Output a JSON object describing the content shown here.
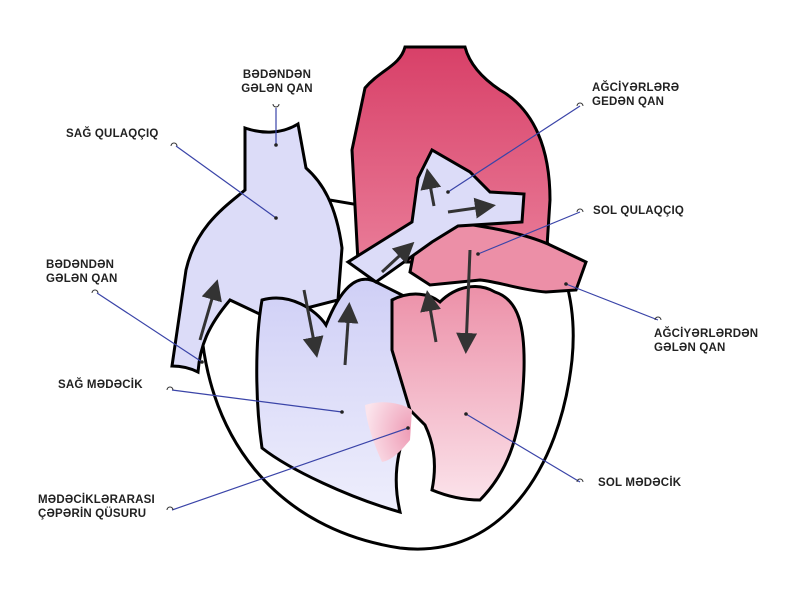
{
  "labels": {
    "svc_line1": "BƏDƏNDƏN",
    "svc_line2": "GƏLƏN QAN",
    "right_atrium": "SAĞ QULAQÇIQ",
    "ivc_line1": "BƏDƏNDƏN",
    "ivc_line2": "GƏLƏN QAN",
    "right_ventricle": "SAĞ MƏDƏCİK",
    "vsd_line1": "MƏDƏCİKLƏRARASI",
    "vsd_line2": "ÇƏPƏRİN QÜSURU",
    "pa_line1": "AĞCİYƏRLƏRƏ",
    "pa_line2": "GEDƏN QAN",
    "left_atrium": "SOL QULAQÇIQ",
    "pv_line1": "AĞCİYƏRLƏRDƏN",
    "pv_line2": "GƏLƏN QAN",
    "left_ventricle": "SOL MƏDƏCİK"
  },
  "colors": {
    "deoxygenated_blood": "#dcdcf8",
    "oxygenated_blood_dark": "#d8456a",
    "oxygenated_blood_light": "#f4cdd8",
    "defect_mixing": "#f2a8c0",
    "outline": "#000000",
    "leader_line": "#3a44a8",
    "arrow": "#333333"
  }
}
